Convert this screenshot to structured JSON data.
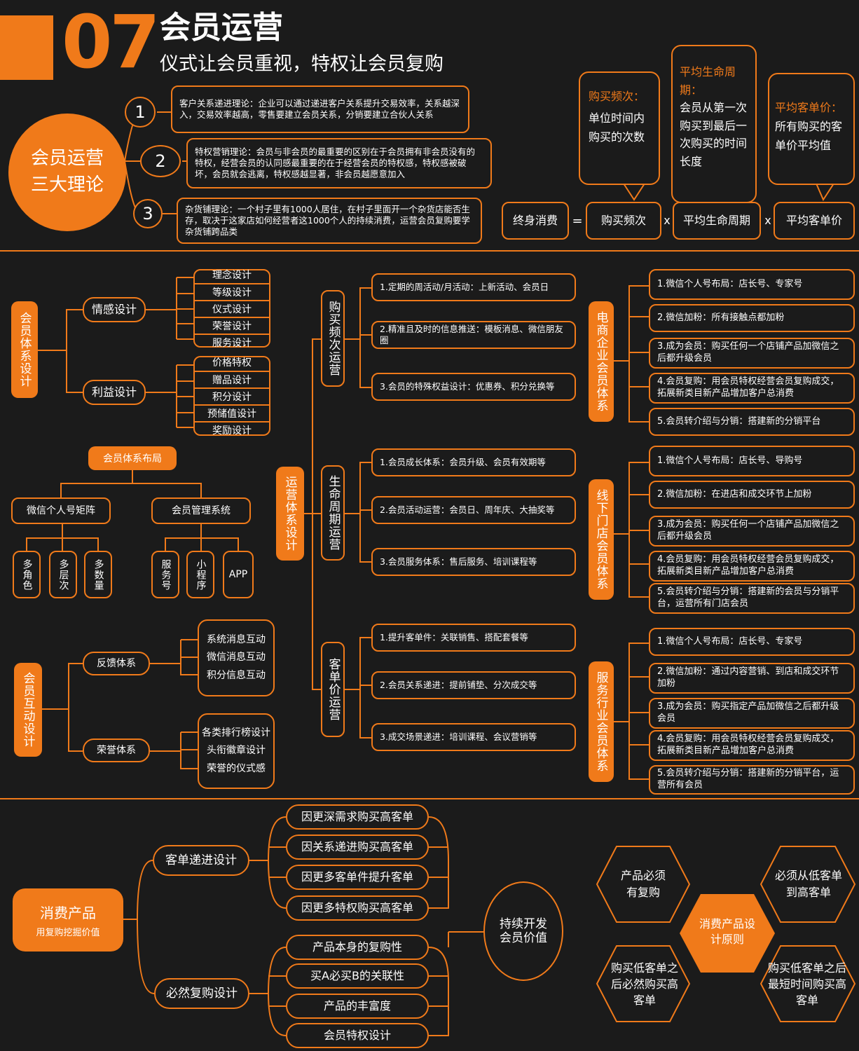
{
  "header": {
    "number": "07",
    "title": "会员运营",
    "subtitle": "仪式让会员重视，特权让会员复购"
  },
  "theories": {
    "center": [
      "会员运营",
      "三大理论"
    ],
    "items": [
      {
        "num": "1",
        "text": "客户关系递进理论：企业可以通过递进客户关系提升交易效率，关系越深入，交易效率越高，零售要建立会员关系，分销要建立合伙人关系"
      },
      {
        "num": "2",
        "text": "特权营销理论：会员与非会员的最重要的区别在于会员拥有非会员没有的特权，经营会员的认同感最重要的在于经营会员的特权感，特权感被破坏，会员就会逃离，特权感越显著，非会员越愿意加入"
      },
      {
        "num": "3",
        "text": "杂货铺理论：一个村子里有1000人居住，在村子里面开一个杂货店能否生存，取决于这家店如何经营者这1000个人的持续消费，运营会员复购要学杂货铺跨品类"
      }
    ]
  },
  "formula": {
    "bubbles": [
      {
        "title": "购买频次：",
        "body": "单位时间内购买的次数"
      },
      {
        "title": "平均生命周期：",
        "body": "会员从第一次购买到最后一次购买的时间长度"
      },
      {
        "title": "平均客单价：",
        "body": "所有购买的客单价平均值"
      }
    ],
    "terms": [
      "终身消费",
      "购买频次",
      "平均生命周期",
      "平均客单价"
    ],
    "ops": [
      "=",
      "x",
      "x"
    ]
  },
  "system": {
    "root": "会员体系设计",
    "branches": [
      {
        "label": "情感设计",
        "items": [
          "理念设计",
          "等级设计",
          "仪式设计",
          "荣誉设计",
          "服务设计"
        ]
      },
      {
        "label": "利益设计",
        "items": [
          "价格特权",
          "赠品设计",
          "积分设计",
          "预储值设计",
          "奖励设计"
        ]
      }
    ]
  },
  "layout": {
    "root": "会员体系布局",
    "groups": [
      {
        "label": "微信个人号矩阵",
        "items": [
          "多角色",
          "多层次",
          "多数量"
        ]
      },
      {
        "label": "会员管理系统",
        "items": [
          "服务号",
          "小程序",
          "APP"
        ]
      }
    ]
  },
  "interaction": {
    "root": "会员互动设计",
    "branches": [
      {
        "label": "反馈体系",
        "items": [
          "系统消息互动",
          "微信消息互动",
          "积分信息互动"
        ]
      },
      {
        "label": "荣誉体系",
        "items": [
          "各类排行榜设计",
          "头衔徽章设计",
          "荣誉的仪式感"
        ]
      }
    ]
  },
  "ops": {
    "root": "运营体系设计",
    "branches": [
      {
        "label": "购买频次运营",
        "items": [
          "1.定期的周活动/月活动：上新活动、会员日",
          "2.精准且及时的信息推送：模板消息、微信朋友圈",
          "3.会员的特殊权益设计：优惠券、积分兑换等"
        ]
      },
      {
        "label": "生命周期运营",
        "items": [
          "1.会员成长体系：会员升级、会员有效期等",
          "2.会员活动运营：会员日、周年庆、大抽奖等",
          "3.会员服务体系：售后服务、培训课程等"
        ]
      },
      {
        "label": "客单价运营",
        "items": [
          "1.提升客单件：关联销售、搭配套餐等",
          "2.会员关系递进：提前铺垫、分次成交等",
          "3.成交场景递进：培训课程、会议营销等"
        ]
      }
    ]
  },
  "channels": [
    {
      "label": "电商企业会员体系",
      "items": [
        "1.微信个人号布局：店长号、专家号",
        "2.微信加粉：所有接触点都加粉",
        "3.成为会员：购买任何一个店铺产品加微信之后都升级会员",
        "4.会员复购：用会员特权经营会员复购成交，拓展新类目新产品增加客户总消费",
        "5.会员转介绍与分销：搭建新的分销平台"
      ]
    },
    {
      "label": "线下门店会员体系",
      "items": [
        "1.微信个人号布局：店长号、导购号",
        "2.微信加粉：在进店和成交环节上加粉",
        "3.成为会员：购买任何一个店铺产品加微信之后都升级会员",
        "4.会员复购：用会员特权经营会员复购成交，拓展新类目新产品增加客户总消费",
        "5.会员转介绍与分销：搭建新的会员与分销平台，运营所有门店会员"
      ]
    },
    {
      "label": "服务行业会员体系",
      "items": [
        "1.微信个人号布局：店长号、专家号",
        "2.微信加粉：通过内容营销、到店和成交环节加粉",
        "3.成为会员：购买指定产品加微信之后都升级会员",
        "4.会员复购：用会员特权经营会员复购成交，拓展新类目新产品增加客户总消费",
        "5.会员转介绍与分销：搭建新的分销平台，运营所有会员"
      ]
    }
  ],
  "product": {
    "root_title": "消费产品",
    "root_sub": "用复购挖掘价值",
    "branches": [
      {
        "label": "客单递进设计",
        "items": [
          "因更深需求购买高客单",
          "因关系递进购买高客单",
          "因更多客单件提升客单",
          "因更多特权购买高客单"
        ]
      },
      {
        "label": "必然复购设计",
        "items": [
          "产品本身的复购性",
          "买A必买B的关联性",
          "产品的丰富度",
          "会员特权设计"
        ]
      }
    ],
    "goal": "持续开发会员价值",
    "principles": {
      "center": "消费产品设计原则",
      "items": [
        "产品必须有复购",
        "必须从低客单到高客单",
        "购买低客单之后必然购买高客单",
        "购买低客单之后最短时间购买高客单"
      ]
    }
  }
}
